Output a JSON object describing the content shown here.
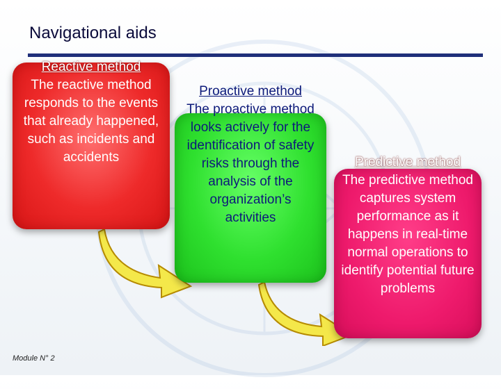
{
  "slide": {
    "title": "Navigational aids",
    "footer": "Module N° 2"
  },
  "cards": {
    "reactive": {
      "heading": "Reactive method",
      "body": "The reactive method responds to the events that already happened, such as incidents and accidents"
    },
    "proactive": {
      "heading": "Proactive method",
      "body": "The proactive method looks actively for the identification of safety risks through the analysis of the organization’s activities"
    },
    "predictive": {
      "heading": "Predictive method",
      "body": "The predictive method captures system performance as it happens in real-time normal operations to identify potential future problems"
    }
  },
  "colors": {
    "title_rule": "#1f2f7a",
    "reactive_card": "#ee2a2a",
    "proactive_card": "#2fe02f",
    "predictive_card": "#ee1a6c",
    "arrow_fill": "#f4e84a",
    "arrow_stroke": "#b58a00"
  },
  "icons": {
    "arrow_1": "curved-arrow-icon",
    "arrow_2": "curved-arrow-icon",
    "watermark": "icao-emblem-watermark"
  }
}
